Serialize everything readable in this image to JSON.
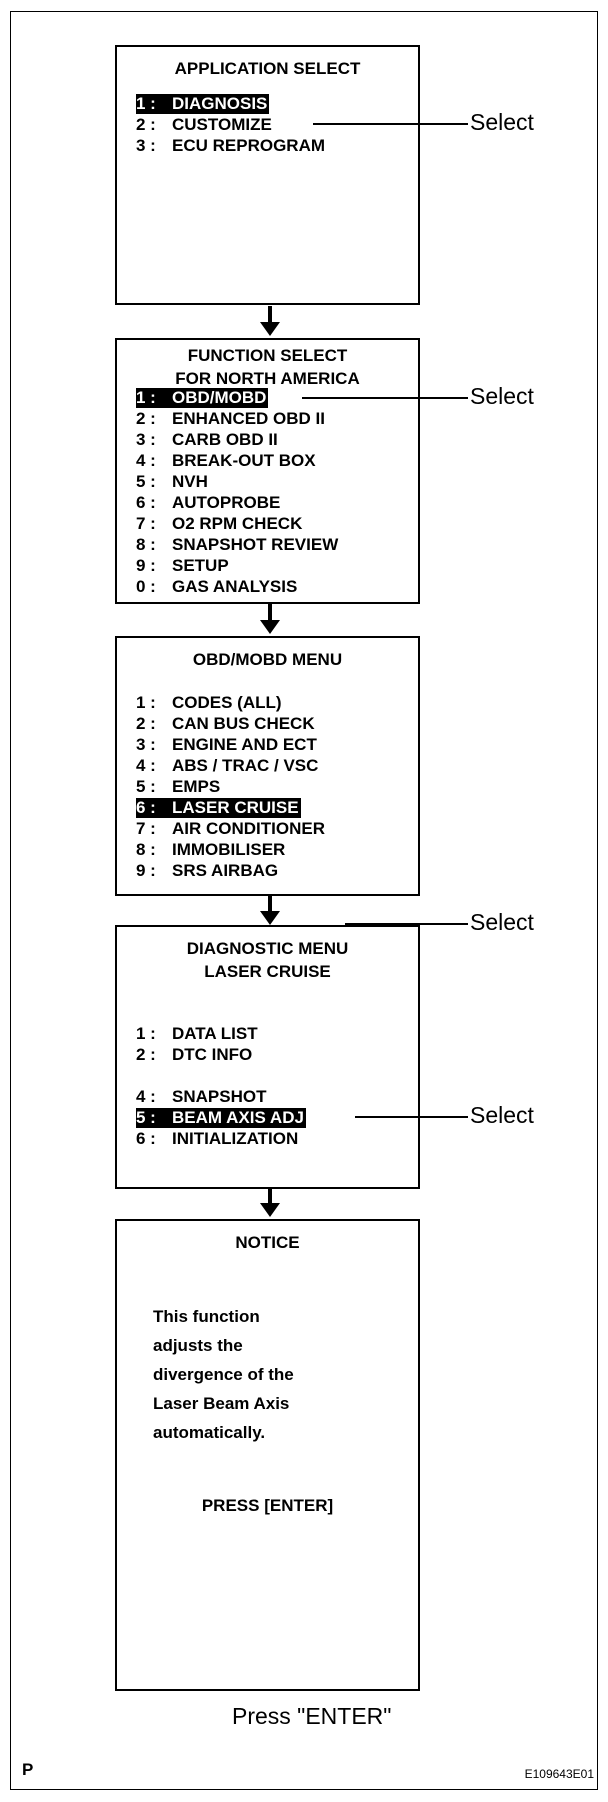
{
  "screens": [
    {
      "title_lines": [
        "APPLICATION SELECT"
      ],
      "items": [
        {
          "num": "1 :",
          "label": "DIAGNOSIS",
          "highlighted": true
        },
        {
          "num": "2 :",
          "label": "CUSTOMIZE",
          "highlighted": false
        },
        {
          "num": "3 :",
          "label": "ECU REPROGRAM",
          "highlighted": false
        }
      ],
      "callout": "Select"
    },
    {
      "title_lines": [
        "FUNCTION SELECT",
        "FOR NORTH AMERICA"
      ],
      "items": [
        {
          "num": "1 :",
          "label": "OBD/MOBD",
          "highlighted": true
        },
        {
          "num": "2 :",
          "label": "ENHANCED OBD II",
          "highlighted": false
        },
        {
          "num": "3 :",
          "label": "CARB OBD II",
          "highlighted": false
        },
        {
          "num": "4 :",
          "label": "BREAK-OUT BOX",
          "highlighted": false
        },
        {
          "num": "5 :",
          "label": "NVH",
          "highlighted": false
        },
        {
          "num": "6 :",
          "label": "AUTOPROBE",
          "highlighted": false
        },
        {
          "num": "7 :",
          "label": "O2 RPM CHECK",
          "highlighted": false
        },
        {
          "num": "8 :",
          "label": "SNAPSHOT REVIEW",
          "highlighted": false
        },
        {
          "num": "9 :",
          "label": "SETUP",
          "highlighted": false
        },
        {
          "num": "0 :",
          "label": "GAS ANALYSIS",
          "highlighted": false
        }
      ],
      "callout": "Select"
    },
    {
      "title_lines": [
        "OBD/MOBD MENU"
      ],
      "items": [
        {
          "num": "1 :",
          "label": "CODES (ALL)",
          "highlighted": false
        },
        {
          "num": "2 :",
          "label": "CAN BUS CHECK",
          "highlighted": false
        },
        {
          "num": "3 :",
          "label": "ENGINE AND ECT",
          "highlighted": false
        },
        {
          "num": "4 :",
          "label": "ABS / TRAC / VSC",
          "highlighted": false
        },
        {
          "num": "5 :",
          "label": "EMPS",
          "highlighted": false
        },
        {
          "num": "6 :",
          "label": "LASER CRUISE",
          "highlighted": true
        },
        {
          "num": "7 :",
          "label": "AIR CONDITIONER",
          "highlighted": false
        },
        {
          "num": "8 :",
          "label": "IMMOBILISER",
          "highlighted": false
        },
        {
          "num": "9 :",
          "label": "SRS AIRBAG",
          "highlighted": false
        }
      ],
      "callout": "Select"
    },
    {
      "title_lines": [
        "DIAGNOSTIC MENU",
        "LASER CRUISE"
      ],
      "items": [
        {
          "num": "1 :",
          "label": "DATA LIST",
          "highlighted": false
        },
        {
          "num": "2 :",
          "label": "DTC INFO",
          "highlighted": false
        },
        {
          "num": "4 :",
          "label": "SNAPSHOT",
          "highlighted": false
        },
        {
          "num": "5 :",
          "label": "BEAM AXIS ADJ",
          "highlighted": true
        },
        {
          "num": "6 :",
          "label": "INITIALIZATION",
          "highlighted": false
        }
      ],
      "callout": "Select"
    },
    {
      "title_lines": [
        "NOTICE"
      ],
      "body_lines": [
        "This function",
        "adjusts the",
        "divergence of the",
        "Laser Beam Axis",
        "automatically."
      ],
      "prompt": "PRESS [ENTER]"
    }
  ],
  "caption": "Press \"ENTER\"",
  "footer": {
    "left": "P",
    "right": "E109643E01"
  }
}
